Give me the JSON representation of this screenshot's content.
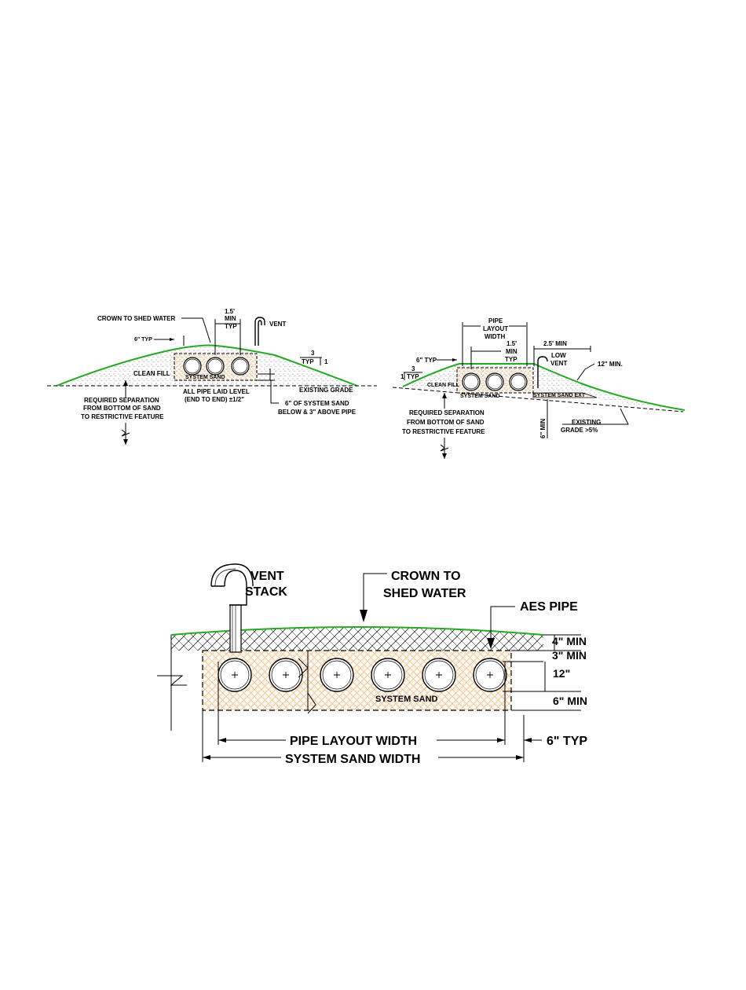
{
  "colors": {
    "grass": "#27a827",
    "sand_pattern": "#f3b97a",
    "hatch": "#000000",
    "line": "#000000"
  },
  "level_site": {
    "labels": {
      "crown": "CROWN TO SHED WATER",
      "min_15_l1": "1.5'",
      "min_15_l2": "MIN",
      "min_15_l3": "TYP",
      "vent": "VENT",
      "typ6": "6\" TYP",
      "slope_3": "3",
      "slope_typ": "TYP",
      "slope_1": "1",
      "clean_fill": "CLEAN FILL",
      "system_sand": "SYSTEM SAND",
      "existing_grade": "EXISTING GRADE",
      "sep_l1": "REQUIRED SEPARATION",
      "sep_l2": "FROM BOTTOM OF SAND",
      "sep_l3": "TO RESTRICTIVE FEATURE",
      "level_l1": "ALL PIPE LAID LEVEL",
      "level_l2": "(END TO END) ±1/2\"",
      "sand6_l1": "6\" OF SYSTEM SAND",
      "sand6_l2": "BELOW & 3\" ABOVE PIPE"
    }
  },
  "sloping_site": {
    "labels": {
      "pipe_layout_l1": "PIPE",
      "pipe_layout_l2": "LAYOUT",
      "pipe_layout_l3": "WIDTH",
      "min_15_l1": "1.5'",
      "min_15_l2": "MIN",
      "min_15_l3": "TYP",
      "min_25": "2.5' MIN",
      "low_vent_l1": "LOW",
      "low_vent_l2": "VENT",
      "min_12": "12\" MIN.",
      "typ6": "6\" TYP",
      "slope_3": "3",
      "slope_typ": "TYP",
      "slope_1": "1",
      "clean_fill": "CLEAN FILL",
      "system_sand": "SYSTEM SAND",
      "system_sand_ext": "SYSTEM SAND EXT",
      "sep_l1": "REQUIRED SEPARATION",
      "sep_l2": "FROM BOTTOM OF SAND",
      "sep_l3": "TO RESTRICTIVE FEATURE",
      "min_6": "6\" MIN",
      "existing_l1": "EXISTING",
      "existing_l2": "GRADE >5%"
    }
  },
  "detail": {
    "labels": {
      "vent_l1": "VENT",
      "vent_l2": "STACK",
      "crown_l1": "CROWN TO",
      "crown_l2": "SHED WATER",
      "aes_pipe": "AES PIPE",
      "min_4": "4\" MIN",
      "min_3": "3\" MIN",
      "in_12": "12\"",
      "system_sand": "SYSTEM SAND",
      "min_6": "6\" MIN",
      "pipe_layout_width": "PIPE LAYOUT WIDTH",
      "typ_6": "6\" TYP",
      "system_sand_width": "SYSTEM SAND WIDTH"
    },
    "pipe_count": 6
  }
}
